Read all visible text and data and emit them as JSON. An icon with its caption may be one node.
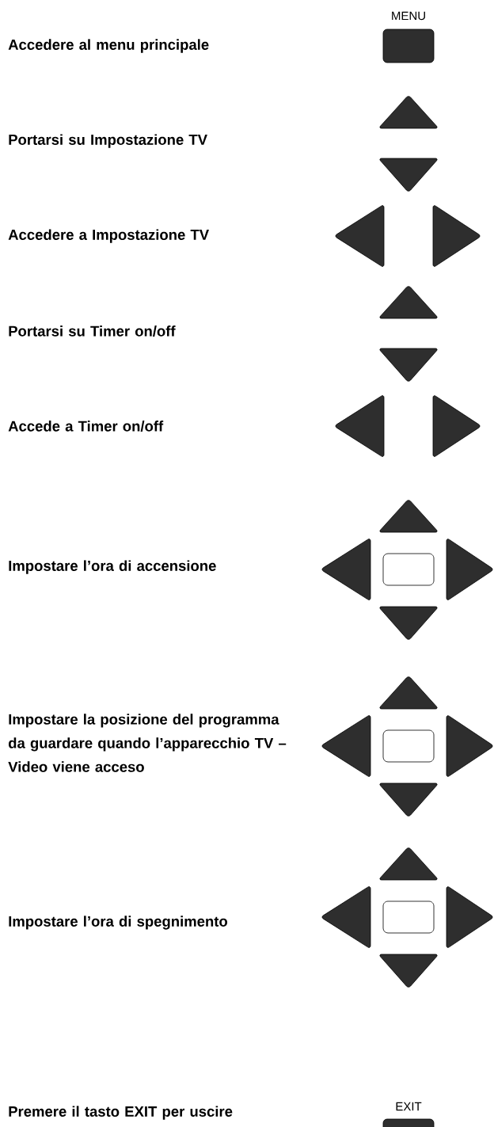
{
  "diagram": {
    "nodes": [
      {
        "text": [
          "MENU"
        ]
      },
      {
        "text": [
          "EXIT"
        ]
      }
    ],
    "labels": [
      "Accedere al menu principale",
      "Portarsi su Impostazione TV",
      "Accedere a Impostazione TV",
      "Portarsi su Timer on/off",
      "Accede a Timer on/off",
      "Impostare l’ora di accensione",
      "Impostare la posizione del programma da guardare quando l’apparecchio TV – Video viene acceso",
      "Impostare l’ora di spegnimento",
      "Premere il tasto EXIT per uscire"
    ]
  }
}
